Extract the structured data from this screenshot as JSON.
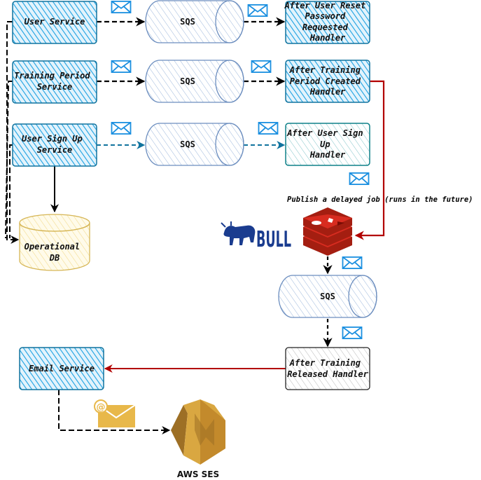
{
  "colors": {
    "service_fill": "#1ba1e2",
    "service_stroke": "#10739e",
    "queue_stroke": "#6c8ebf",
    "handler_teal_stroke": "#0e8088",
    "db_fill": "#fff2cc",
    "db_stroke": "#d6b656",
    "email_icon": "#1a8fe0",
    "delay_arrow": "#b20000",
    "bull_blue": "#1a3c8f",
    "redis_red": "#c6302b",
    "ses_orange": "#d9a741"
  },
  "services": {
    "user_service": "User Service",
    "training_period_service": [
      "Training Period",
      "Service"
    ],
    "user_sign_up_service": [
      "User Sign Up",
      "Service"
    ],
    "email_service": "Email Service"
  },
  "queues": {
    "queue1": "SQS",
    "queue2": "SQS",
    "queue3": "SQS",
    "queue4": "SQS"
  },
  "handlers": {
    "reset_password": [
      "After User Reset",
      "Password",
      "Requested",
      "Handler"
    ],
    "training_period_created": [
      "After Training",
      "Period Created",
      "Handler"
    ],
    "user_sign_up": [
      "After User Sign",
      "Up",
      "Handler"
    ],
    "training_released": [
      "After Training",
      "Released Handler"
    ]
  },
  "database": [
    "Operational",
    "DB"
  ],
  "annotation": "Publish a delayed job (runs in the future)",
  "logos": {
    "bull_text": "BULL",
    "ses_label": "AWS SES"
  },
  "icons": [
    "envelope-icon",
    "bull-icon",
    "redis-icon",
    "aws-ses-icon",
    "email-at-icon"
  ]
}
